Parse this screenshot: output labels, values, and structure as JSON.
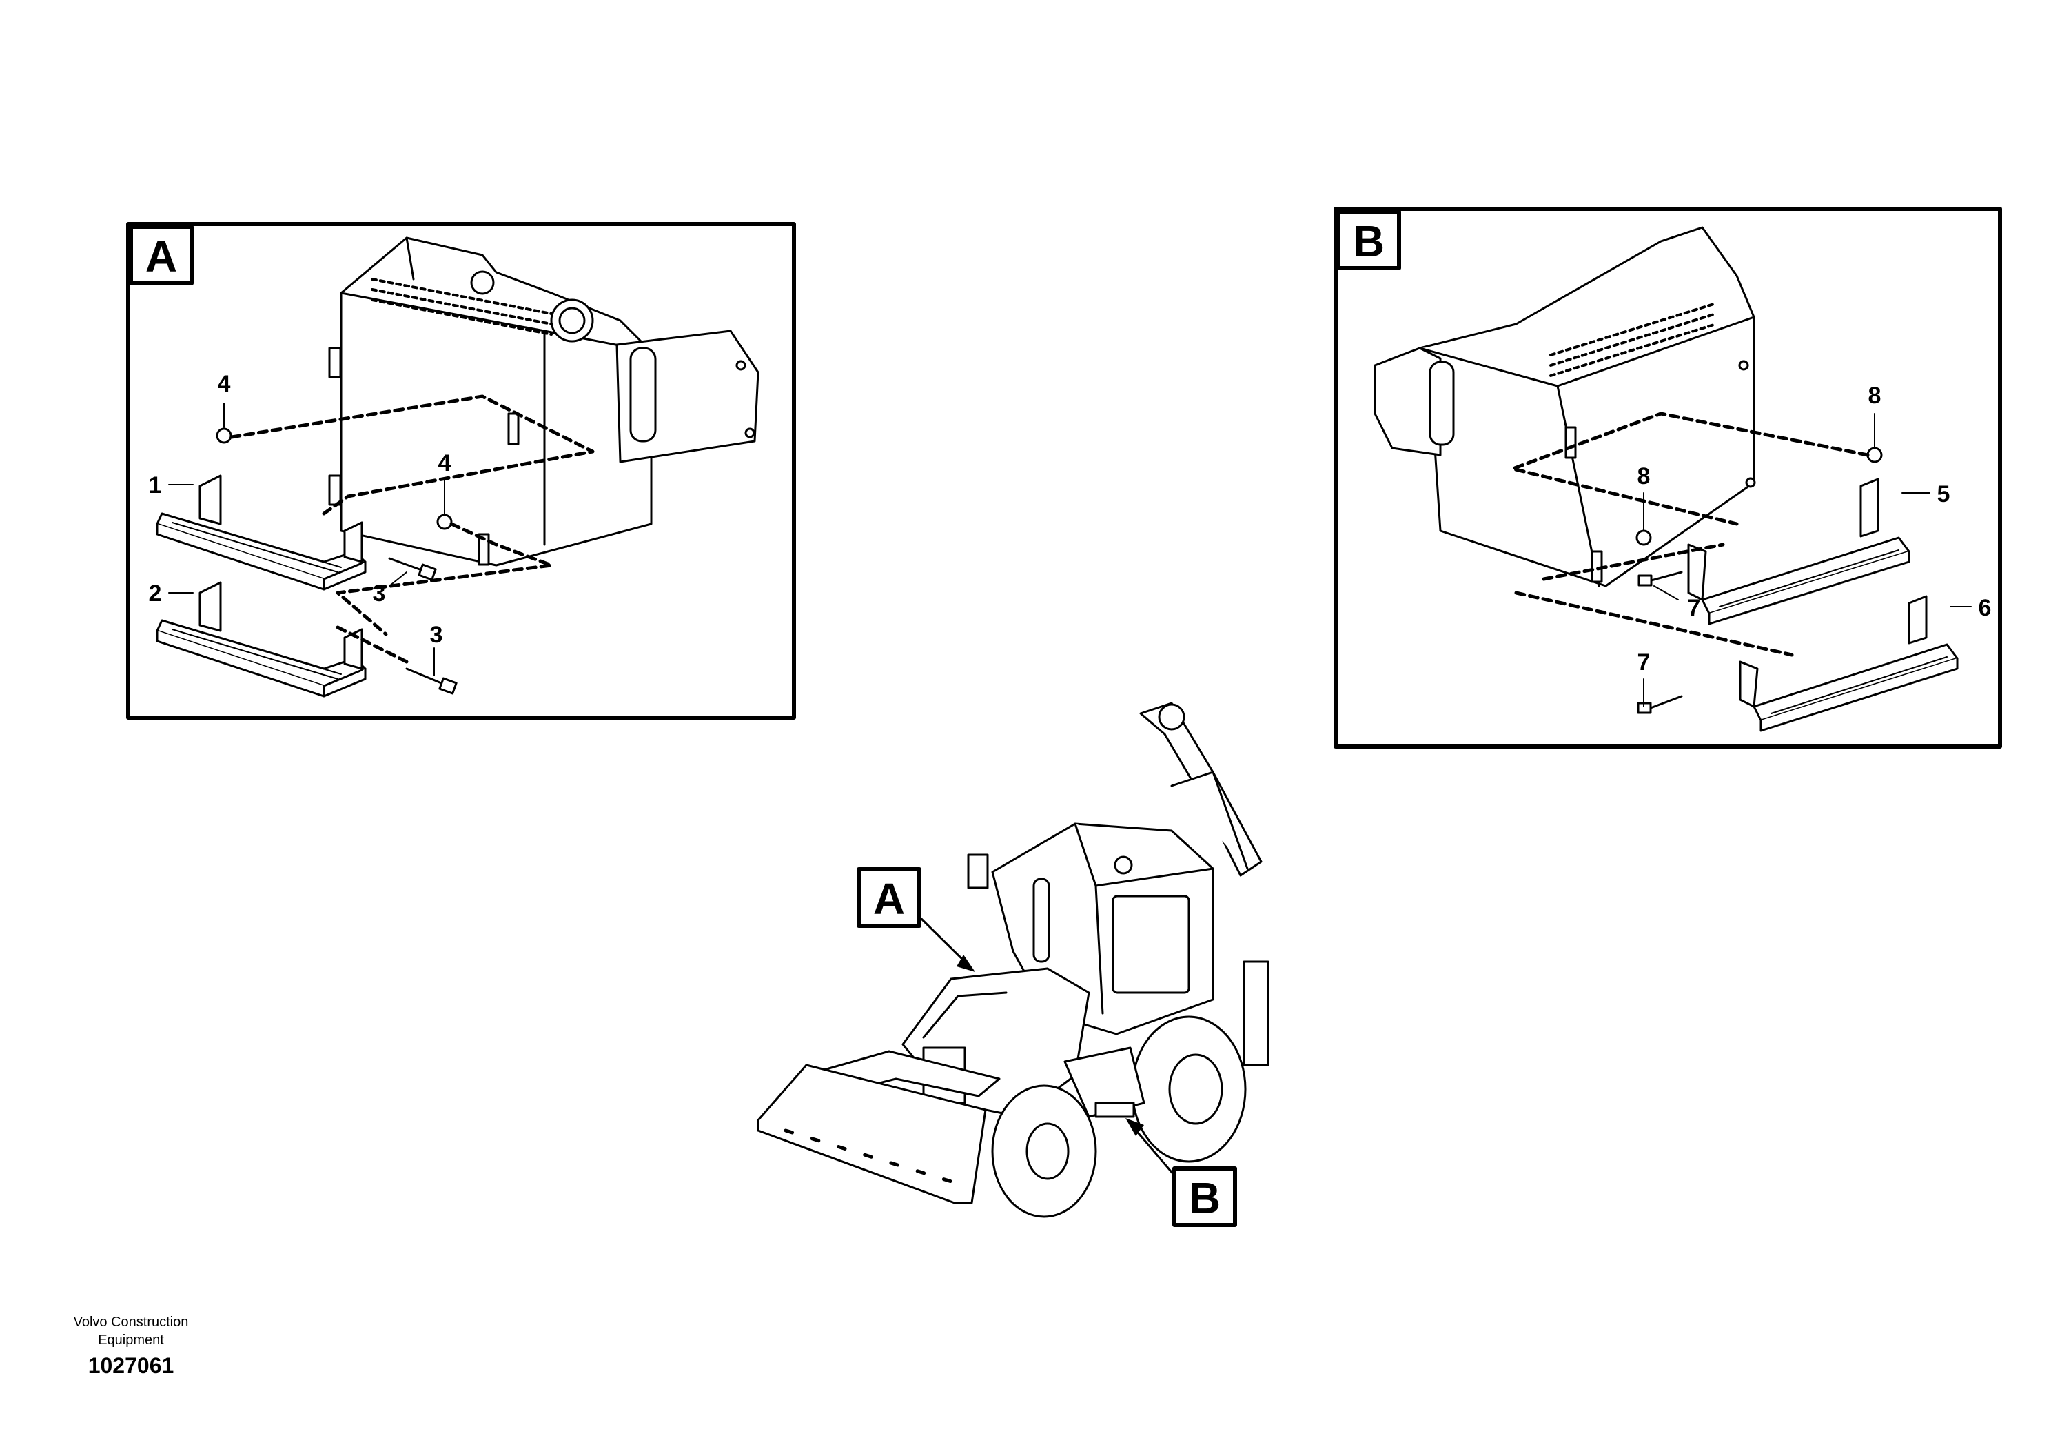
{
  "panels": {
    "a": {
      "title": "A",
      "callouts": [
        "1",
        "2",
        "3",
        "3",
        "4",
        "4"
      ]
    },
    "b": {
      "title": "B",
      "callouts": [
        "5",
        "6",
        "7",
        "7",
        "8",
        "8"
      ]
    }
  },
  "machine_labels": {
    "a": "A",
    "b": "B"
  },
  "footer": {
    "company_line1": "Volvo Construction",
    "company_line2": "Equipment",
    "drawing_id": "1027061"
  }
}
